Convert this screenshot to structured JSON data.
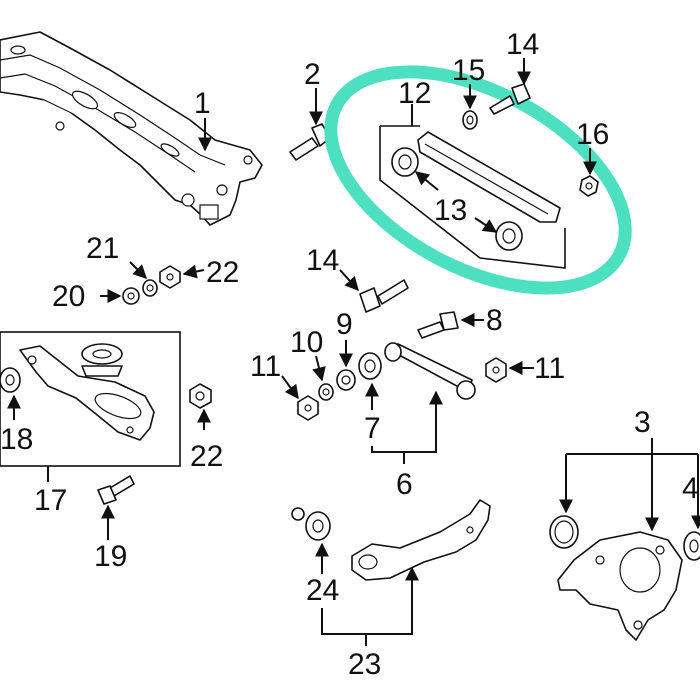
{
  "colors": {
    "highlight": "#4de0c0",
    "ink": "#111111",
    "background": "#ffffff"
  },
  "callouts": {
    "c1": "1",
    "c2": "2",
    "c3": "3",
    "c4": "4",
    "c6": "6",
    "c7": "7",
    "c8": "8",
    "c9": "9",
    "c10": "10",
    "c11a": "11",
    "c11b": "11",
    "c12": "12",
    "c13": "13",
    "c14a": "14",
    "c14b": "14",
    "c15": "15",
    "c16": "16",
    "c17": "17",
    "c18": "18",
    "c19": "19",
    "c20": "20",
    "c21": "21",
    "c22a": "22",
    "c22b": "22",
    "c23": "23",
    "c24": "24"
  }
}
